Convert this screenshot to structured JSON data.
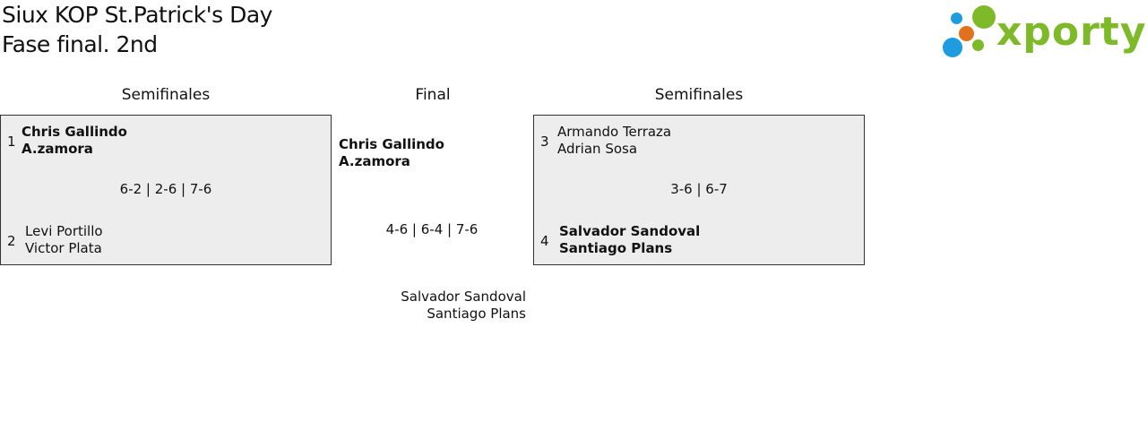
{
  "header": {
    "title_line1": "Siux KOP St.Patrick's Day",
    "title_line2": "Fase final. 2nd"
  },
  "logo": {
    "text": "xporty",
    "colors": {
      "green": "#7db928",
      "blue": "#1f9be0",
      "orange": "#e2711d"
    }
  },
  "columns": {
    "left": "Semifinales",
    "center": "Final",
    "right": "Semifinales"
  },
  "semifinal_left": {
    "team1": {
      "seed": "1",
      "player1": "Chris Gallindo",
      "player2": "A.zamora",
      "winner": true
    },
    "team2": {
      "seed": "2",
      "player1": "Levi Portillo",
      "player2": "Victor Plata",
      "winner": false
    },
    "score": "6-2 | 2-6 | 7-6"
  },
  "final": {
    "team1": {
      "player1": "Chris Gallindo",
      "player2": "A.zamora",
      "winner": true
    },
    "team2": {
      "player1": "Salvador Sandoval",
      "player2": "Santiago Plans",
      "winner": false
    },
    "score": "4-6 | 6-4 | 7-6"
  },
  "semifinal_right": {
    "team1": {
      "seed": "3",
      "player1": "Armando Terraza",
      "player2": "Adrian Sosa",
      "winner": false
    },
    "team2": {
      "seed": "4",
      "player1": "Salvador Sandoval",
      "player2": "Santiago Plans",
      "winner": true
    },
    "score": "3-6 | 6-7"
  }
}
